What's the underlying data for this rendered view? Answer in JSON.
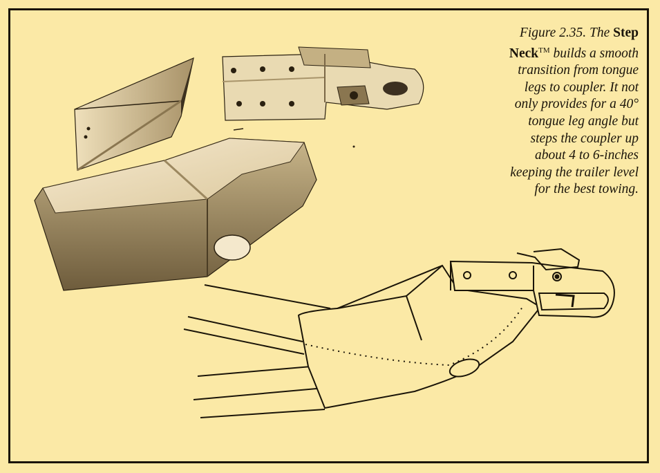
{
  "caption": {
    "figure_label": "Figure 2.35.",
    "the_word": "The",
    "product_step": "Step",
    "product_neck": "Neck",
    "trademark": "TM",
    "body": [
      "builds a smooth",
      "transition from tongue",
      "legs to coupler.  It not",
      "only provides for a 40°",
      "tongue leg angle but",
      "steps the coupler up",
      "about 4 to 6-inches",
      "keeping the trailer level",
      "for the best towing."
    ]
  },
  "colors": {
    "paper": "#fbe9a6",
    "ink": "#1a1408",
    "metal_light": "#f4e4b6",
    "metal_shadow": "#6b5a3a"
  }
}
